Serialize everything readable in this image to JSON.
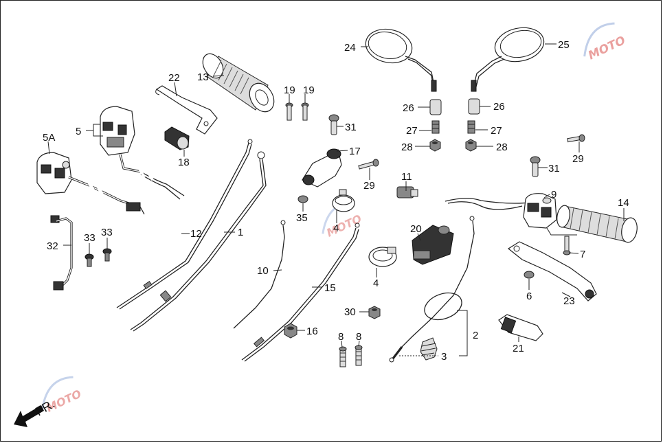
{
  "diagram": {
    "labels": [
      {
        "id": "l24",
        "text": "24"
      },
      {
        "id": "l25",
        "text": "25"
      },
      {
        "id": "l13",
        "text": "13"
      },
      {
        "id": "l22",
        "text": "22"
      },
      {
        "id": "l19a",
        "text": "19"
      },
      {
        "id": "l19b",
        "text": "19"
      },
      {
        "id": "l26a",
        "text": "26"
      },
      {
        "id": "l26b",
        "text": "26"
      },
      {
        "id": "l5",
        "text": "5"
      },
      {
        "id": "l5a",
        "text": "5A"
      },
      {
        "id": "l18",
        "text": "18"
      },
      {
        "id": "l31a",
        "text": "31"
      },
      {
        "id": "l27a",
        "text": "27"
      },
      {
        "id": "l27b",
        "text": "27"
      },
      {
        "id": "l28a",
        "text": "28"
      },
      {
        "id": "l28b",
        "text": "28"
      },
      {
        "id": "l17",
        "text": "17"
      },
      {
        "id": "l29a",
        "text": "29"
      },
      {
        "id": "l29b",
        "text": "29"
      },
      {
        "id": "l31b",
        "text": "31"
      },
      {
        "id": "l11",
        "text": "11"
      },
      {
        "id": "l9",
        "text": "9"
      },
      {
        "id": "l14",
        "text": "14"
      },
      {
        "id": "l12",
        "text": "12"
      },
      {
        "id": "l1",
        "text": "1"
      },
      {
        "id": "l35",
        "text": "35"
      },
      {
        "id": "l4a",
        "text": "4"
      },
      {
        "id": "l20",
        "text": "20"
      },
      {
        "id": "l7",
        "text": "7"
      },
      {
        "id": "l32",
        "text": "32"
      },
      {
        "id": "l33a",
        "text": "33"
      },
      {
        "id": "l33b",
        "text": "33"
      },
      {
        "id": "l10",
        "text": "10"
      },
      {
        "id": "l4b",
        "text": "4"
      },
      {
        "id": "l6",
        "text": "6"
      },
      {
        "id": "l15",
        "text": "15"
      },
      {
        "id": "l23",
        "text": "23"
      },
      {
        "id": "l30",
        "text": "30"
      },
      {
        "id": "l2",
        "text": "2"
      },
      {
        "id": "l16",
        "text": "16"
      },
      {
        "id": "l21",
        "text": "21"
      },
      {
        "id": "l8a",
        "text": "8"
      },
      {
        "id": "l8b",
        "text": "8"
      },
      {
        "id": "l3",
        "text": "3"
      }
    ],
    "direction_label": "FR.",
    "watermark_text": "MOTO",
    "colors": {
      "line": "#222222",
      "watermark_red": "#d9534f",
      "watermark_blue": "#8fa8d8"
    }
  }
}
